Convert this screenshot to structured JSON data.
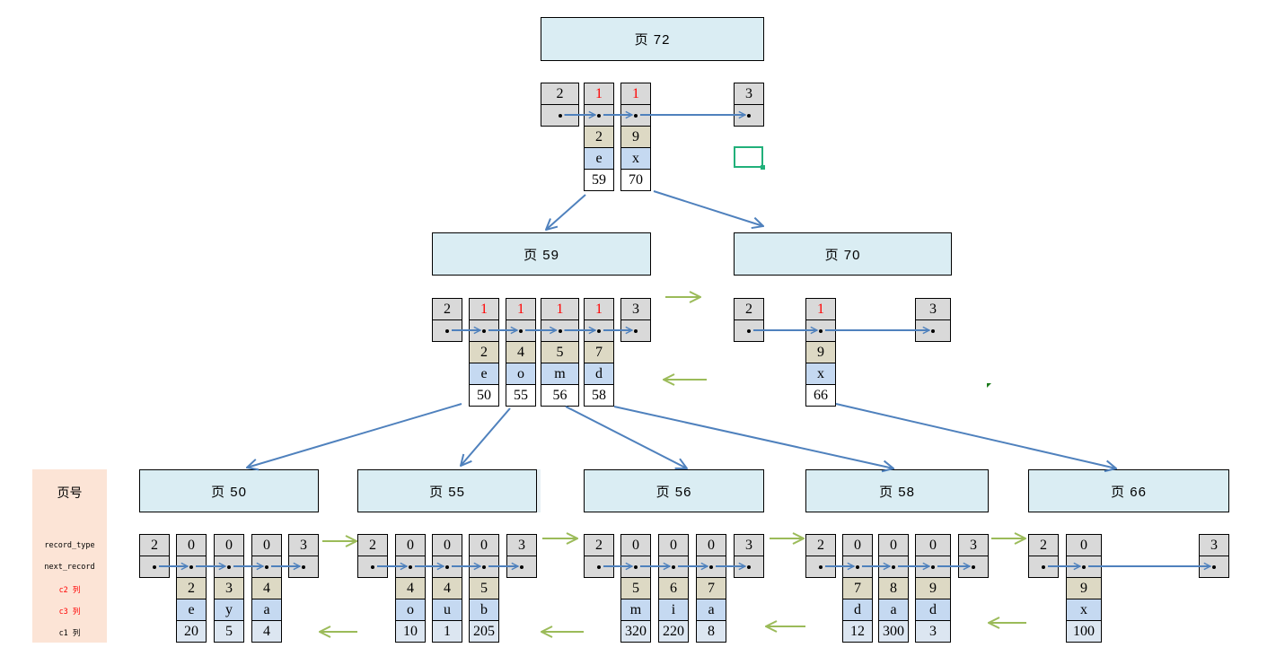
{
  "legend": {
    "title": "页号",
    "items": [
      {
        "label": "record_type",
        "color": "#000000"
      },
      {
        "label": "next_record",
        "color": "#000000"
      },
      {
        "label": "c2 列",
        "color": "#ff0000"
      },
      {
        "label": "c3 列",
        "color": "#ff0000"
      },
      {
        "label": "c1 列",
        "color": "#000000"
      }
    ]
  },
  "colors": {
    "page_header_fill": "#daedf3",
    "record_header_fill": "#d9d9d9",
    "c2_fill": "#ddd9c4",
    "c3_fill": "#c5d9f1",
    "leaf_c1_fill": "#dce6f1",
    "pointer_arrow": "#4f81bd",
    "sibling_arrow": "#9bbb59",
    "legend_fill": "#fce4d6",
    "red_text": "#ff0000"
  },
  "pages": [
    {
      "id": "p72",
      "label": "页 72",
      "level": "root",
      "infimum": {
        "type": "2"
      },
      "records": [
        {
          "type": "1",
          "c2": "2",
          "c3": "e",
          "c1": "59"
        },
        {
          "type": "1",
          "c2": "9",
          "c3": "x",
          "c1": "70"
        }
      ],
      "supremum": {
        "type": "3"
      }
    },
    {
      "id": "p59",
      "label": "页 59",
      "level": "internal",
      "infimum": {
        "type": "2"
      },
      "records": [
        {
          "type": "1",
          "c2": "2",
          "c3": "e",
          "c1": "50"
        },
        {
          "type": "1",
          "c2": "4",
          "c3": "o",
          "c1": "55"
        },
        {
          "type": "1",
          "c2": "5",
          "c3": "m",
          "c1": "56"
        },
        {
          "type": "1",
          "c2": "7",
          "c3": "d",
          "c1": "58"
        }
      ],
      "supremum": {
        "type": "3"
      }
    },
    {
      "id": "p70",
      "label": "页 70",
      "level": "internal",
      "infimum": {
        "type": "2"
      },
      "records": [
        {
          "type": "1",
          "c2": "9",
          "c3": "x",
          "c1": "66"
        }
      ],
      "supremum": {
        "type": "3"
      }
    },
    {
      "id": "p50",
      "label": "页 50",
      "level": "leaf",
      "infimum": {
        "type": "2"
      },
      "records": [
        {
          "type": "0",
          "c2": "2",
          "c3": "e",
          "c1": "20"
        },
        {
          "type": "0",
          "c2": "3",
          "c3": "y",
          "c1": "5"
        },
        {
          "type": "0",
          "c2": "4",
          "c3": "a",
          "c1": "4"
        }
      ],
      "supremum": {
        "type": "3"
      }
    },
    {
      "id": "p55",
      "label": "页 55",
      "level": "leaf",
      "infimum": {
        "type": "2"
      },
      "records": [
        {
          "type": "0",
          "c2": "4",
          "c3": "o",
          "c1": "10"
        },
        {
          "type": "0",
          "c2": "4",
          "c3": "u",
          "c1": "1"
        },
        {
          "type": "0",
          "c2": "5",
          "c3": "b",
          "c1": "205"
        }
      ],
      "supremum": {
        "type": "3"
      }
    },
    {
      "id": "p56",
      "label": "页 56",
      "level": "leaf",
      "infimum": {
        "type": "2"
      },
      "records": [
        {
          "type": "0",
          "c2": "5",
          "c3": "m",
          "c1": "320"
        },
        {
          "type": "0",
          "c2": "6",
          "c3": "i",
          "c1": "220"
        },
        {
          "type": "0",
          "c2": "7",
          "c3": "a",
          "c1": "8"
        }
      ],
      "supremum": {
        "type": "3"
      }
    },
    {
      "id": "p58",
      "label": "页 58",
      "level": "leaf",
      "infimum": {
        "type": "2"
      },
      "records": [
        {
          "type": "0",
          "c2": "7",
          "c3": "d",
          "c1": "12"
        },
        {
          "type": "0",
          "c2": "8",
          "c3": "a",
          "c1": "300"
        },
        {
          "type": "0",
          "c2": "9",
          "c3": "d",
          "c1": "3"
        }
      ],
      "supremum": {
        "type": "3"
      }
    },
    {
      "id": "p66",
      "label": "页 66",
      "level": "leaf",
      "infimum": {
        "type": "2"
      },
      "records": [
        {
          "type": "0",
          "c2": "9",
          "c3": "x",
          "c1": "100"
        }
      ],
      "supremum": {
        "type": "3"
      }
    }
  ],
  "child_links": [
    {
      "from": "p72",
      "record": 0,
      "to": "p59"
    },
    {
      "from": "p72",
      "record": 1,
      "to": "p70"
    },
    {
      "from": "p59",
      "record": 0,
      "to": "p50"
    },
    {
      "from": "p59",
      "record": 1,
      "to": "p55"
    },
    {
      "from": "p59",
      "record": 2,
      "to": "p56"
    },
    {
      "from": "p59",
      "record": 3,
      "to": "p58"
    },
    {
      "from": "p70",
      "record": 0,
      "to": "p66"
    }
  ],
  "sibling_links": [
    {
      "from": "p59",
      "to": "p70",
      "direction": "next"
    },
    {
      "from": "p70",
      "to": "p59",
      "direction": "prev"
    },
    {
      "from": "p50",
      "to": "p55",
      "direction": "next"
    },
    {
      "from": "p55",
      "to": "p50",
      "direction": "prev"
    },
    {
      "from": "p55",
      "to": "p56",
      "direction": "next"
    },
    {
      "from": "p56",
      "to": "p55",
      "direction": "prev"
    },
    {
      "from": "p56",
      "to": "p58",
      "direction": "next"
    },
    {
      "from": "p58",
      "to": "p56",
      "direction": "prev"
    },
    {
      "from": "p58",
      "to": "p66",
      "direction": "next"
    },
    {
      "from": "p66",
      "to": "p58",
      "direction": "prev"
    }
  ]
}
